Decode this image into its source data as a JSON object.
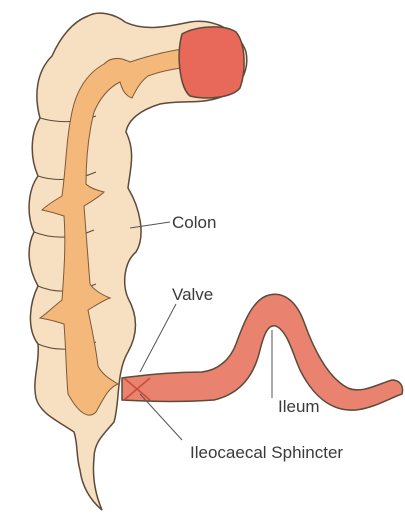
{
  "labels": {
    "colon": "Colon",
    "valve": "Valve",
    "ileum": "Ileum",
    "sphincter": "Ileocaecal Sphincter"
  },
  "colors": {
    "colon_wall": "#f7dfc2",
    "lumen": "#f4b97a",
    "ileum": "#e9826e",
    "cut_face": "#e8695a",
    "outline": "#5c4a3a"
  }
}
